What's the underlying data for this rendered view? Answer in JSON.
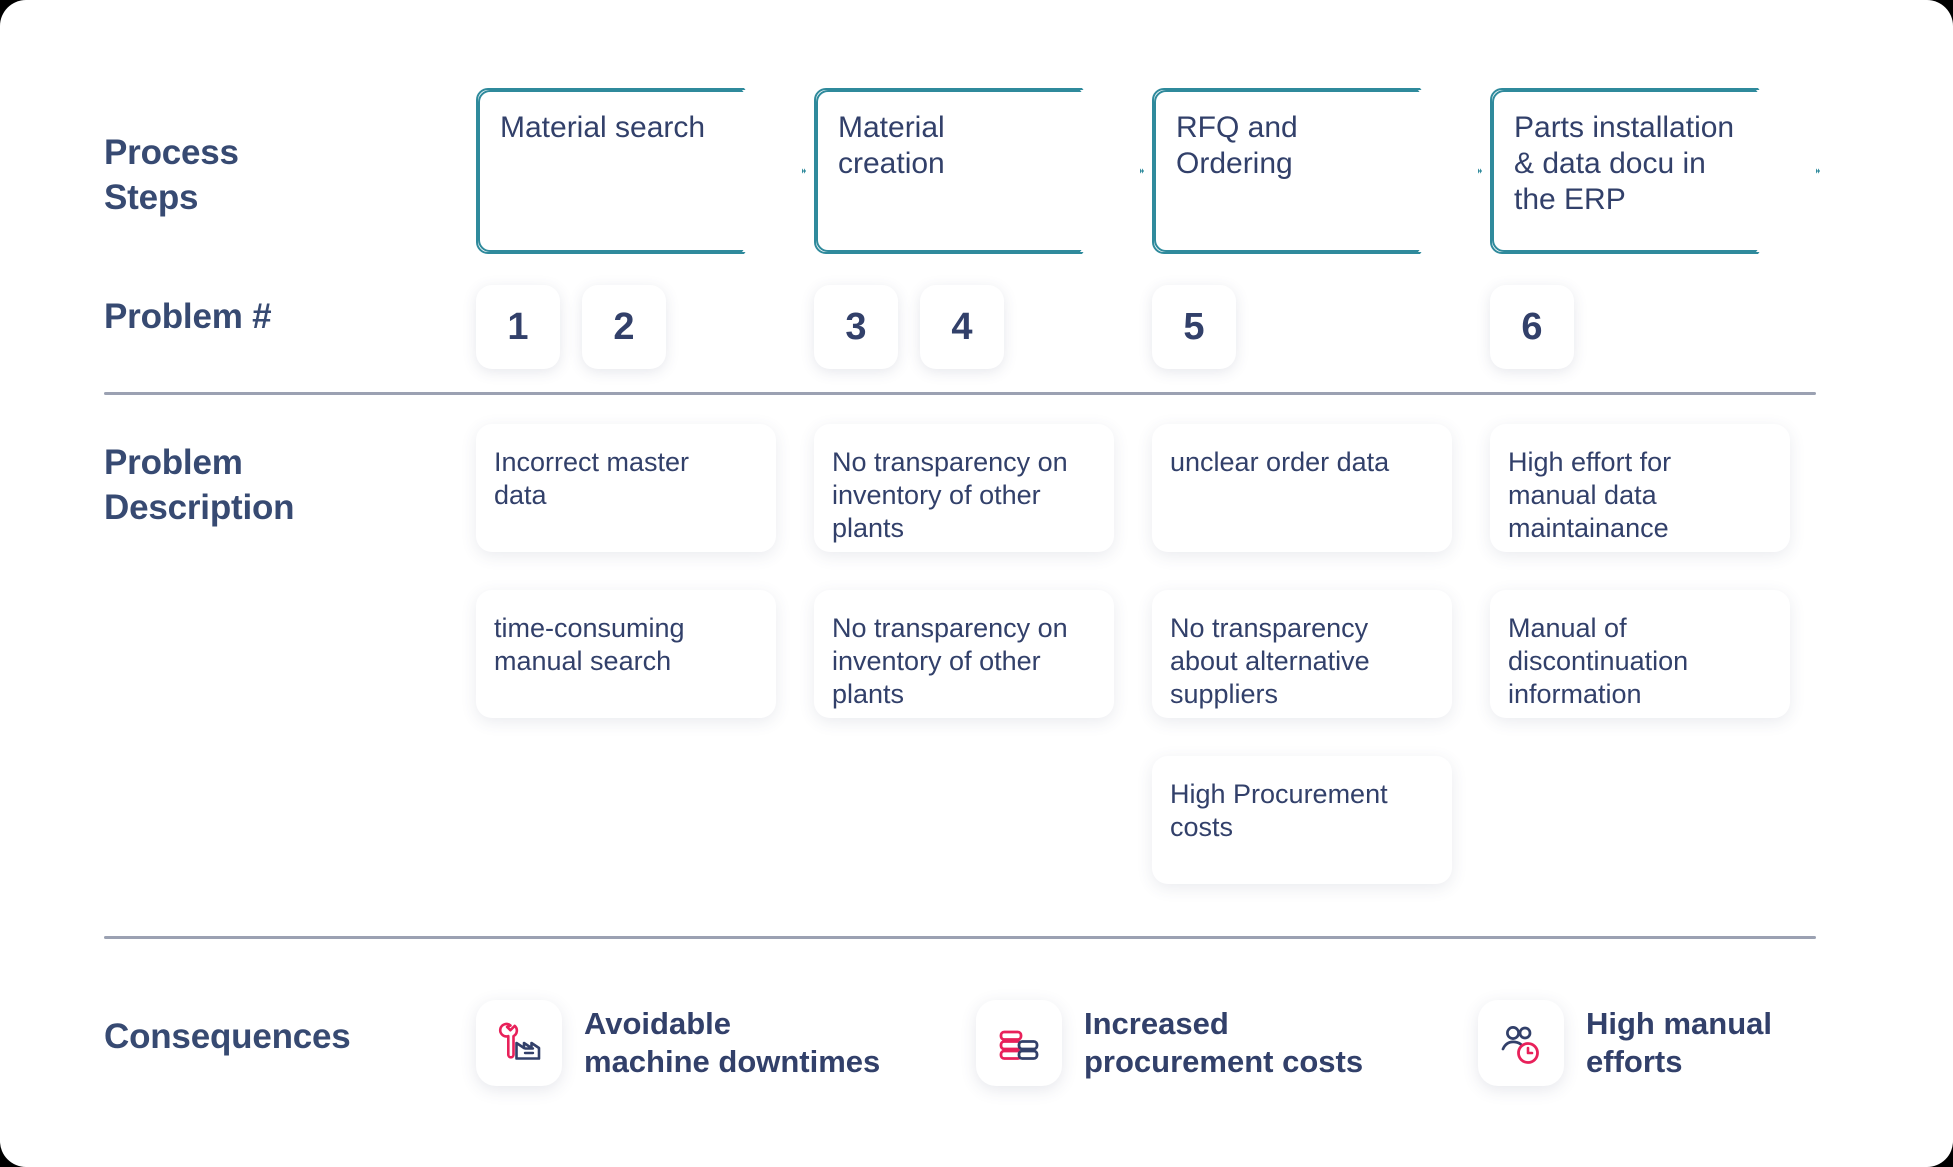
{
  "colors": {
    "navy": "#32406a",
    "teal_border": "#2f8a9c",
    "pink": "#e8215a",
    "divider": "#9ba1b2",
    "card_bg": "#ffffff",
    "page_bg": "#ffffff"
  },
  "rows": {
    "process_steps_label": "Process\nSteps",
    "problem_number_label": "Problem #",
    "problem_description_label": "Problem\nDescription",
    "consequences_label": "Consequences"
  },
  "process_steps": [
    {
      "label": "Material search"
    },
    {
      "label": "Material\ncreation"
    },
    {
      "label": "RFQ and\nOrdering"
    },
    {
      "label": "Parts installation\n& data docu in\nthe ERP"
    }
  ],
  "problem_numbers": [
    {
      "value": "1",
      "column": 0
    },
    {
      "value": "2",
      "column": 0
    },
    {
      "value": "3",
      "column": 1
    },
    {
      "value": "4",
      "column": 1
    },
    {
      "value": "5",
      "column": 2
    },
    {
      "value": "6",
      "column": 3
    }
  ],
  "problem_descriptions": [
    {
      "text": "Incorrect master\ndata",
      "column": 0,
      "row": 0
    },
    {
      "text": "No transparency on\ninventory of other\nplants",
      "column": 1,
      "row": 0
    },
    {
      "text": "unclear order data",
      "column": 2,
      "row": 0
    },
    {
      "text": "High effort for\nmanual data\nmaintainance",
      "column": 3,
      "row": 0
    },
    {
      "text": "time-consuming\nmanual search",
      "column": 0,
      "row": 1
    },
    {
      "text": "No transparency on\ninventory of other\nplants",
      "column": 1,
      "row": 1
    },
    {
      "text": "No transparency\nabout alternative\nsuppliers",
      "column": 2,
      "row": 1
    },
    {
      "text": "Manual   of\ndiscontinuation\ninformation",
      "column": 3,
      "row": 1
    },
    {
      "text": "High Procurement\ncosts",
      "column": 2,
      "row": 2
    }
  ],
  "consequences": [
    {
      "icon": "wrench-factory-icon",
      "label": "Avoidable\nmachine downtimes"
    },
    {
      "icon": "stacked-coins-icon",
      "label": "Increased\nprocurement costs"
    },
    {
      "icon": "people-clock-icon",
      "label": "High manual\nefforts"
    }
  ]
}
